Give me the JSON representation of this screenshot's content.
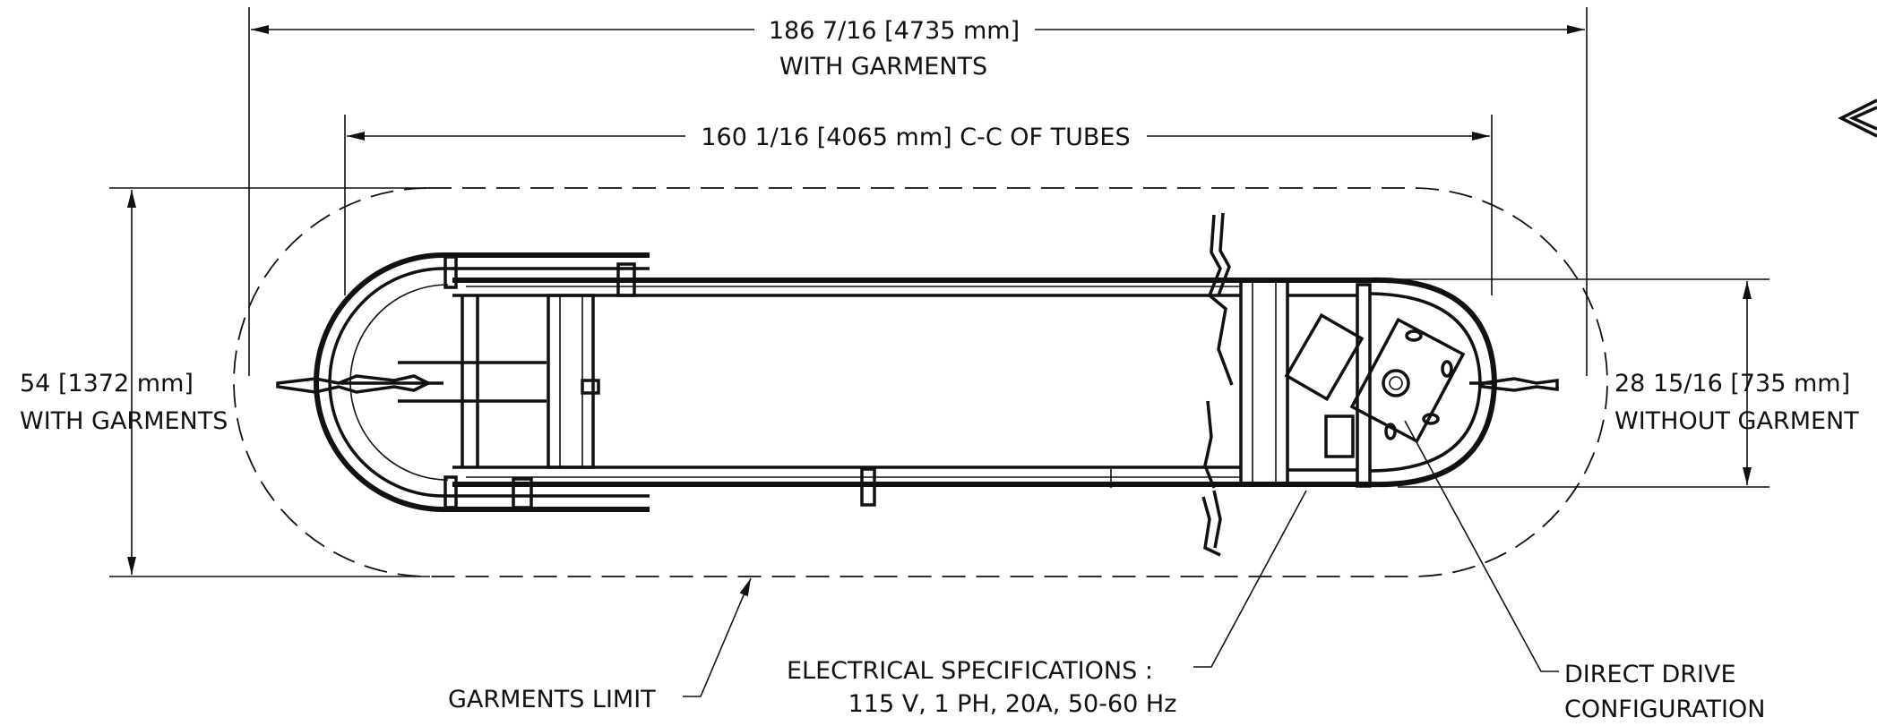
{
  "dimensions": {
    "overall_with_garments": {
      "value": "186 7/16 [4735 mm]",
      "note": "WITH GARMENTS"
    },
    "tube_centers": {
      "value": "160 1/16 [4065 mm] C-C OF TUBES"
    },
    "height_with_garments": {
      "value": "54 [1372 mm]",
      "note": "WITH GARMENTS"
    },
    "height_without_garments": {
      "value": "28 15/16 [735 mm]",
      "note": "WITHOUT GARMENT"
    }
  },
  "callouts": {
    "garments_limit": "GARMENTS LIMIT",
    "electrical": {
      "title": "ELECTRICAL SPECIFICATIONS :",
      "value": "115 V, 1 PH, 20A, 50-60 Hz"
    },
    "drive": {
      "line1": "DIRECT DRIVE",
      "line2": "CONFIGURATION"
    }
  },
  "colors": {
    "ink": "#111111",
    "background": "#ffffff"
  }
}
